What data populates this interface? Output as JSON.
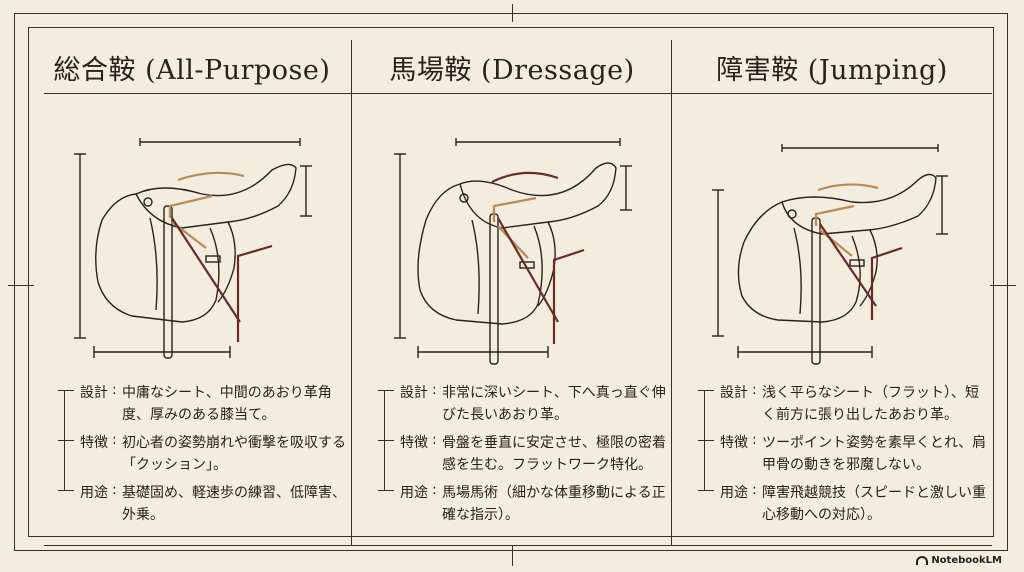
{
  "columns": [
    {
      "title": "総合鞍 (All-Purpose)",
      "features": [
        {
          "label": "設計",
          "text": "中庸なシート、中間のあおり革角度、厚みのある膝当て。"
        },
        {
          "label": "特徴",
          "text": "初心者の姿勢崩れや衝撃を吸収する「クッション」。"
        },
        {
          "label": "用途",
          "text": "基礎固め、軽速歩の練習、低障害、外乗。"
        }
      ]
    },
    {
      "title": "馬場鞍 (Dressage)",
      "features": [
        {
          "label": "設計",
          "text": "非常に深いシート、下へ真っ直ぐ伸びた長いあおり革。"
        },
        {
          "label": "特徴",
          "text": "骨盤を垂直に安定させ、極限の密着感を生む。フラットワーク特化。"
        },
        {
          "label": "用途",
          "text": "馬場馬術（細かな体重移動による正確な指示）。"
        }
      ]
    },
    {
      "title": "障害鞍 (Jumping)",
      "features": [
        {
          "label": "設計",
          "text": "浅く平らなシート（フラット）、短く前方に張り出したあおり革。"
        },
        {
          "label": "特徴",
          "text": "ツーポイント姿勢を素早くとれ、肩甲骨の動きを邪魔しない。"
        },
        {
          "label": "用途",
          "text": "障害飛越競技（スピードと激しい重心移動への対応）。"
        }
      ]
    }
  ],
  "separator": ":",
  "logo": "NotebookLM",
  "colors": {
    "background": "#f3ede0",
    "ink": "#2a211b",
    "tan_arrow": "#b98a58",
    "dark_arrow": "#6b2a22"
  }
}
